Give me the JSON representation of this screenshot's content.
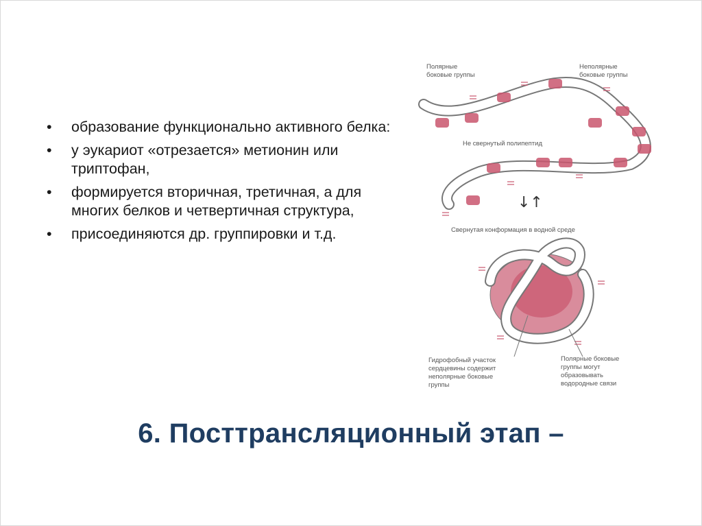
{
  "slide": {
    "bullets": [
      "образование функционально активного белка:",
      "у эукариот «отрезается» метионин или триптофан,",
      "формируется вторичная, третичная, а для многих белков и четвертичная структура,",
      "присоединяются др. группировки и т.д."
    ],
    "bullet_glyph": "•",
    "title": "6. Посттрансляционный этап –"
  },
  "diagram": {
    "label_polar_1": "Полярные",
    "label_polar_2": "боковые группы",
    "label_nonpolar_1": "Неполярные",
    "label_nonpolar_2": "боковые группы",
    "label_unfolded": "Не свернутый полипептид",
    "label_folded": "Свернутая конформация в водной среде",
    "label_hydrophobic_1": "Гидрофобный участок",
    "label_hydrophobic_2": "сердцевины содержит",
    "label_hydrophobic_3": "неполярные боковые",
    "label_hydrophobic_4": "группы",
    "label_hbond_1": "Полярные боковые",
    "label_hbond_2": "группы могут",
    "label_hbond_3": "образовывать",
    "label_hbond_4": "водородные связи",
    "arrows": "↓↑",
    "colors": {
      "nonpolar": "#c9566e",
      "core": "#d98c9c",
      "chain": "#ffffff",
      "stroke": "#777777"
    }
  }
}
